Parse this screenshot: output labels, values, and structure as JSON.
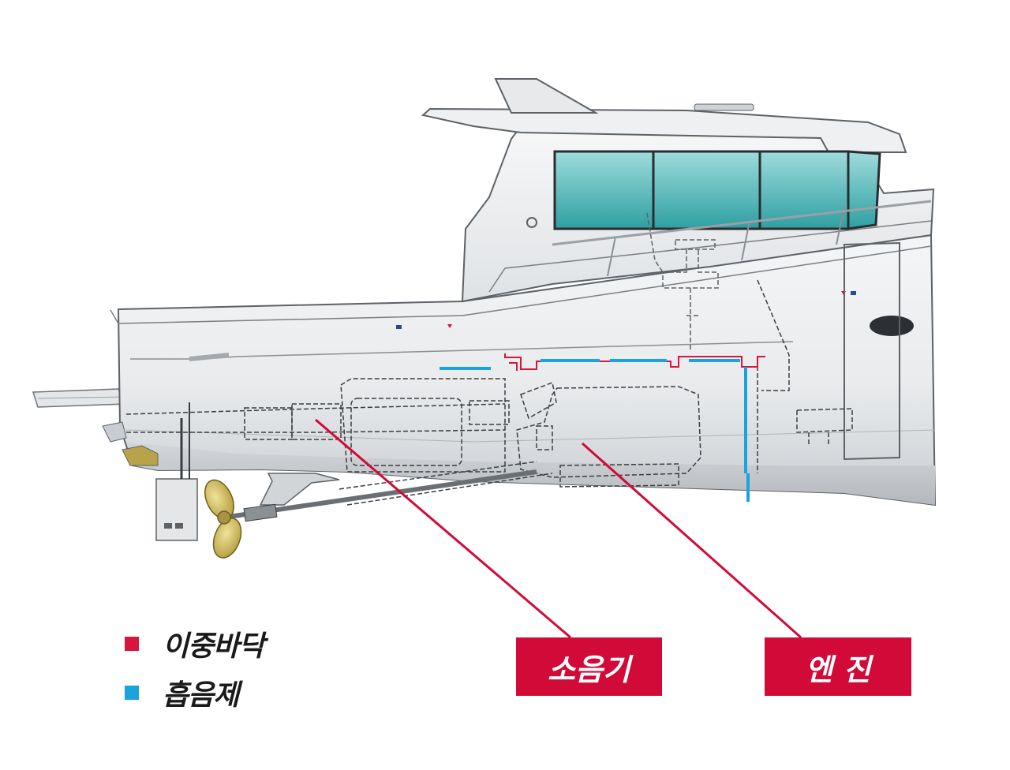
{
  "colors": {
    "double_bottom": "#d6163c",
    "sound_absorber": "#1aa3dc",
    "callout": "#d20a38",
    "window_glass": "#3fb6b5"
  },
  "legend": [
    {
      "label": "이중바닥",
      "color": "#d6163c"
    },
    {
      "label": "흡음제",
      "color": "#1aa3dc"
    }
  ],
  "callouts": [
    {
      "label": "소음기"
    },
    {
      "label": "엔 진"
    }
  ]
}
